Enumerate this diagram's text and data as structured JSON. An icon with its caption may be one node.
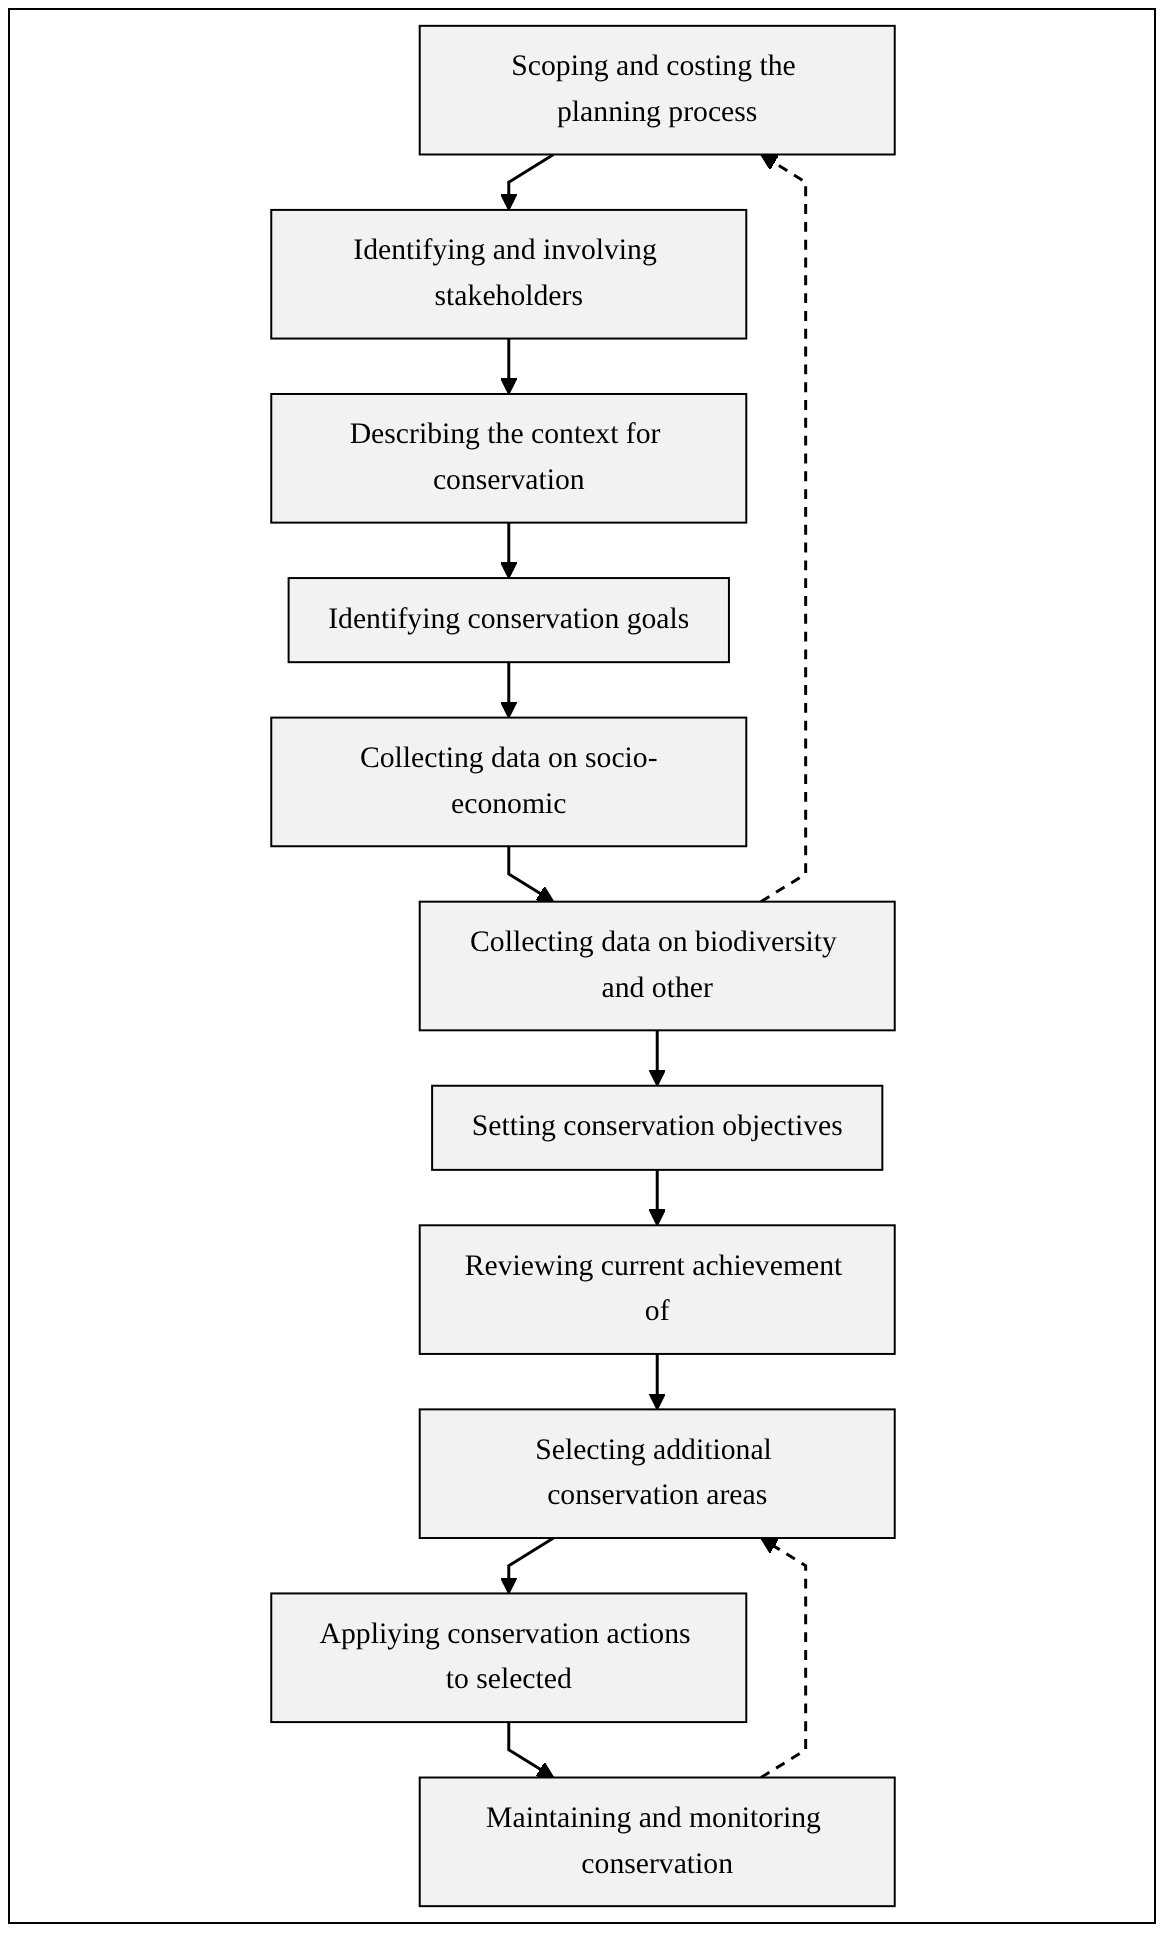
{
  "diagram": {
    "nodes": [
      {
        "text": [
          "Scoping and costing the planning process"
        ]
      },
      {
        "text": [
          "Identifying and involving stakeholders"
        ]
      },
      {
        "text": [
          "Describing the context for conservation"
        ]
      },
      {
        "text": [
          "Identifying conservation goals"
        ]
      },
      {
        "text": [
          "Collecting data on socio-economic"
        ]
      },
      {
        "text": [
          "Collecting data on biodiversity and other"
        ]
      },
      {
        "text": [
          "Setting conservation objectives"
        ]
      },
      {
        "text": [
          "Reviewing current achievement of"
        ]
      },
      {
        "text": [
          "Selecting additional conservation areas"
        ]
      },
      {
        "text": [
          "Appliying conservation actions to selected"
        ]
      },
      {
        "text": [
          "Maintaining and monitoring conservation"
        ]
      }
    ],
    "edges": [
      {
        "from": 0,
        "to": 1,
        "arrow": "to"
      },
      {
        "from": 1,
        "to": 2,
        "arrow": "to"
      },
      {
        "from": 2,
        "to": 3,
        "arrow": "to"
      },
      {
        "from": 3,
        "to": 4,
        "arrow": "to"
      },
      {
        "from": 4,
        "to": 5,
        "arrow": "to"
      },
      {
        "from": 5,
        "to": 6,
        "arrow": "to"
      },
      {
        "from": 6,
        "to": 7,
        "arrow": "to"
      },
      {
        "from": 7,
        "to": 8,
        "arrow": "to"
      },
      {
        "from": 8,
        "to": 9,
        "arrow": "to"
      },
      {
        "from": 9,
        "to": 10,
        "arrow": "to"
      },
      {
        "from": 5,
        "to": 0,
        "arrow": "to",
        "style": "dashed"
      },
      {
        "from": 10,
        "to": 8,
        "arrow": "to",
        "style": "dashed"
      }
    ]
  }
}
